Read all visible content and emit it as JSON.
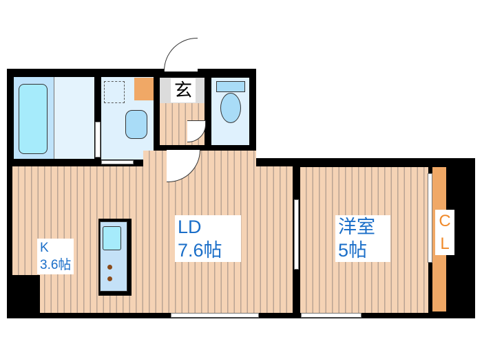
{
  "rooms": {
    "kitchen": {
      "name": "K",
      "size": "3.6帖"
    },
    "living_dining": {
      "name": "LD",
      "size": "7.6帖"
    },
    "western_room": {
      "name": "洋室",
      "size": "5帖"
    },
    "closet": {
      "c": "C",
      "l": "L"
    },
    "entrance": {
      "name": "玄"
    }
  },
  "colors": {
    "floor": "#f5d3b5",
    "wet_area": "#dff1fd",
    "fixture": "#a9dcf7",
    "storage": "#f0a866",
    "label": "#1a6ec8",
    "closet_label": "#f08a2a"
  }
}
